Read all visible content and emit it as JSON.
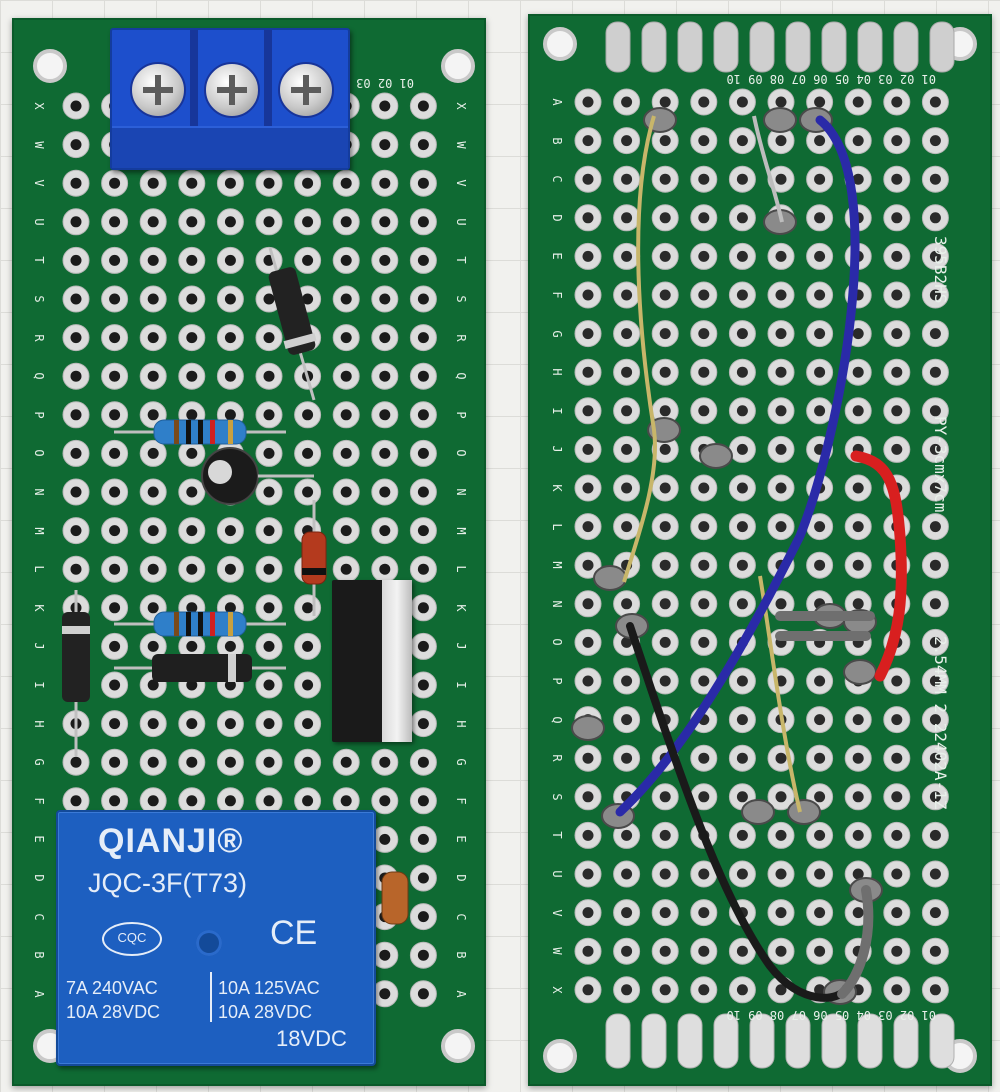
{
  "colors": {
    "pcb_green": "#0f6a33",
    "pad_silver": "#d8d8d8",
    "relay_blue": "#1d5fc0",
    "terminal_blue": "#1d4fcc",
    "wire_blue": "#2a2aa8",
    "wire_red": "#d81f1f",
    "wire_black": "#1a1a1a"
  },
  "front_board": {
    "row_labels": [
      "X",
      "W",
      "V",
      "U",
      "T",
      "S",
      "R",
      "Q",
      "P",
      "O",
      "N",
      "M",
      "L",
      "K",
      "J",
      "I",
      "H",
      "G",
      "F",
      "E",
      "D",
      "C",
      "B",
      "A"
    ],
    "column_labels_top": "01 02 03 04 05 06 07 08 09 10",
    "relay": {
      "brand": "QIANJI®",
      "model": "JQC-3F(T73)",
      "cqc_mark": "CQC",
      "ce_mark": "CE",
      "rating_left_line1": "7A   240VAC",
      "rating_left_line2": "10A  28VDC",
      "rating_right_line1": "10A 125VAC",
      "rating_right_line2": "10A  28VDC",
      "coil_voltage": "18VDC"
    }
  },
  "back_board": {
    "row_labels": [
      "A",
      "B",
      "C",
      "D",
      "E",
      "F",
      "G",
      "H",
      "I",
      "J",
      "K",
      "L",
      "M",
      "N",
      "O",
      "P",
      "Q",
      "R",
      "S",
      "T",
      "U",
      "V",
      "W",
      "X"
    ],
    "column_labels_top": "01 02 03 04 05 06 07 08 09 10",
    "column_labels_bottom": "01 02 03 04 05 06 07 08 09 10",
    "edge_text_upper": "PY-3cmx7cm",
    "edge_text_lower": "2.54MM  2  22402A-1Z",
    "edge_text_code": "395B2HS"
  }
}
